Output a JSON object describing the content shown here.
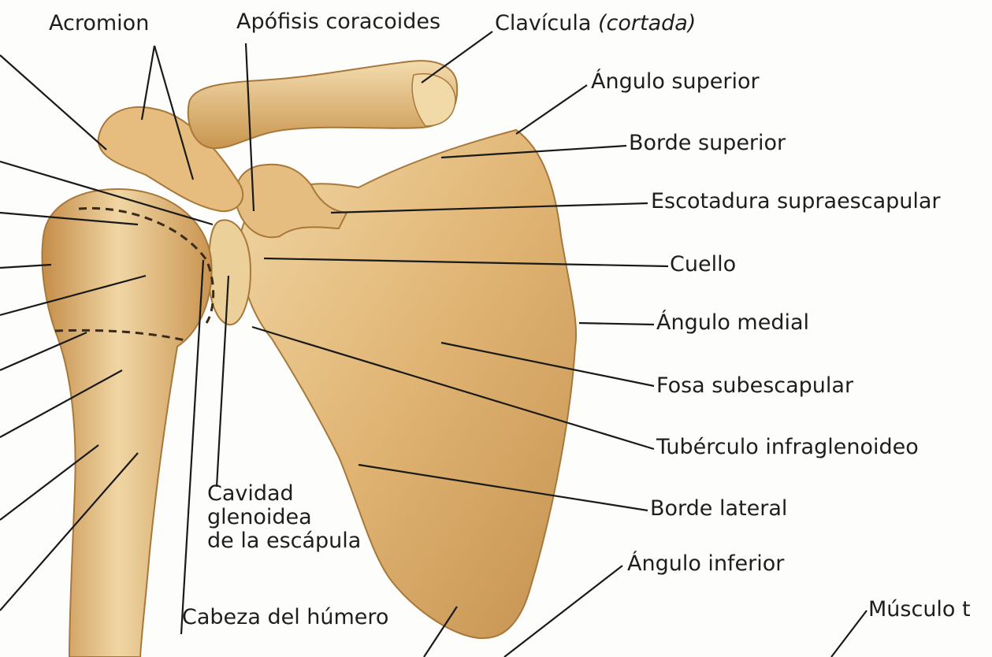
{
  "labels": {
    "acromion": "Acromion",
    "apofisis": "Apófisis coracoides",
    "clavicula": "Clavícula",
    "clavicula_note": "(cortada)",
    "angulo_superior": "Ángulo superior",
    "borde_superior": "Borde superior",
    "escotadura": "Escotadura supraescapular",
    "cuello": "Cuello",
    "angulo_medial": "Ángulo medial",
    "fosa": "Fosa subescapular",
    "tuberculo": "Tubérculo infraglenoideo",
    "borde_lateral": "Borde lateral",
    "cavidad_1": "Cavidad",
    "cavidad_2": "glenoidea",
    "cavidad_3": "de la escápula",
    "angulo_inferior": "Ángulo inferior",
    "cabeza": "Cabeza del húmero",
    "musculo": "Músculo t"
  },
  "colors": {
    "bone": "#e1b574",
    "bone_dark": "#b8853f",
    "bone_light": "#f3dcae",
    "leader": "#1a1a1a",
    "text": "#1e1e1e"
  }
}
